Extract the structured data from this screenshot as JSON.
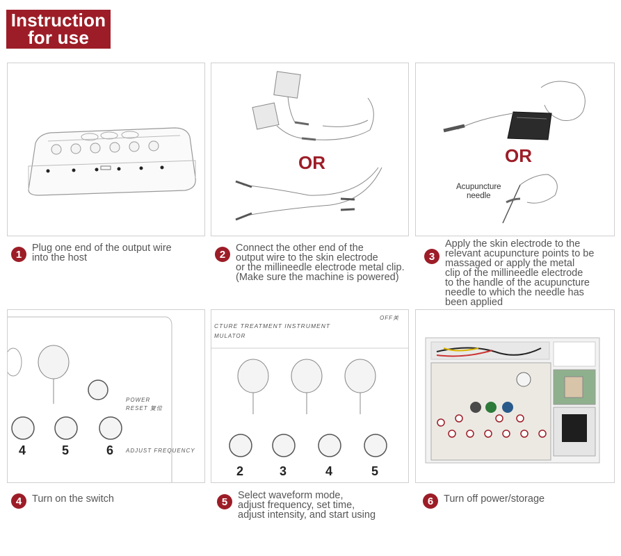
{
  "title": {
    "line1": "Instruction",
    "line2": "for use"
  },
  "accent_color": "#9c1d27",
  "or_label": "OR",
  "needle_label": {
    "line1": "Acupuncture",
    "line2": "needle"
  },
  "panel5": {
    "header": "CTURE TREATMENT INSTRUMENT",
    "subheader": "MULATOR",
    "corner": "OFF关"
  },
  "panel4": {
    "power_label": "POWER",
    "reset_label": "RESET 复位",
    "adjust_label": "ADJUST FREQUENCY"
  },
  "knob_numbers_4": [
    "4",
    "5",
    "6"
  ],
  "knob_numbers_5": [
    "2",
    "3",
    "4",
    "5"
  ],
  "steps": [
    {
      "num": "1",
      "text": "Plug one end of the output wire\ninto the host"
    },
    {
      "num": "2",
      "text": "Connect the other end of the\noutput wire to the skin electrode\nor the millineedle electrode metal clip.\n(Make sure the machine is powered)"
    },
    {
      "num": "3",
      "text": "Apply the skin electrode to the\nrelevant acupuncture points to be\nmassaged or apply the metal\nclip of the millineedle electrode\nto the handle of the acupuncture\nneedle to which the needle has\nbeen applied"
    },
    {
      "num": "4",
      "text": "Turn on the switch"
    },
    {
      "num": "5",
      "text": "Select waveform mode,\nadjust frequency, set time,\nadjust intensity, and start using"
    },
    {
      "num": "6",
      "text": "Turn off power/storage"
    }
  ]
}
